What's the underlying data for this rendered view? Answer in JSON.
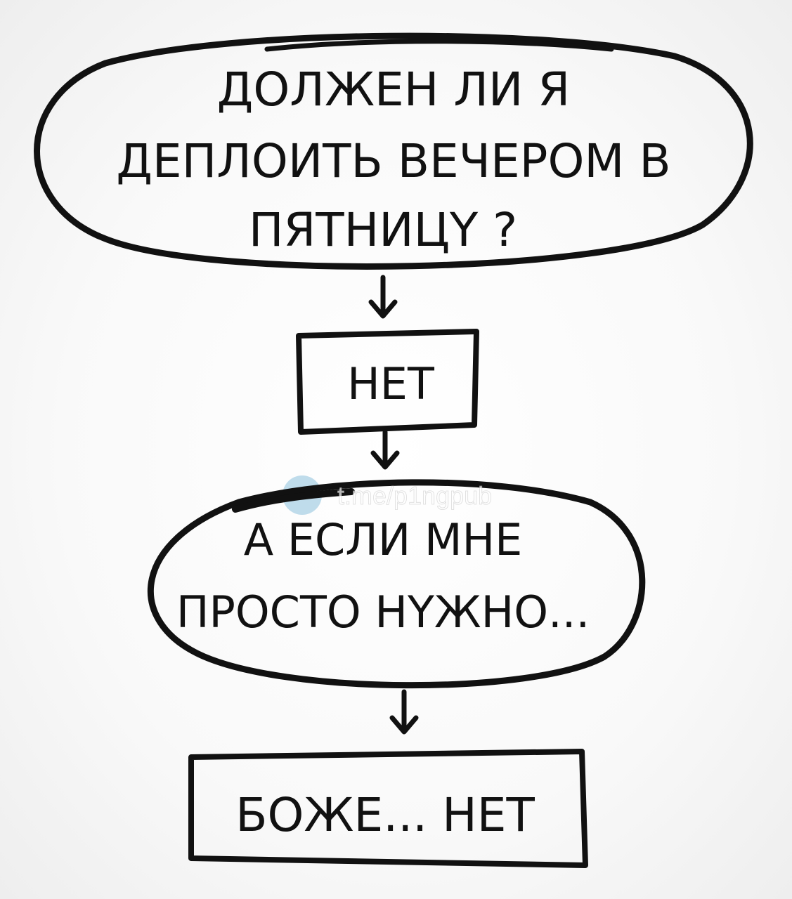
{
  "question": {
    "lines": [
      "ДОЛЖЕН ЛИ Я",
      "ДЕПЛОИТЬ ВЕЧЕРОМ В",
      "ПЯТНИЦY ?"
    ]
  },
  "answer1": {
    "label": "НЕТ"
  },
  "followup": {
    "lines": [
      "А ЕСЛИ МНЕ",
      "ПРОСТО НYЖНО..."
    ]
  },
  "answer2": {
    "label": "БОЖЕ... НЕТ"
  },
  "watermark": {
    "text": "t.me/p1ngpub",
    "icon": "telegram-icon"
  },
  "colors": {
    "ink": "#111111",
    "background": "#f7f7f7",
    "watermark_icon": "#4a9ec9"
  }
}
